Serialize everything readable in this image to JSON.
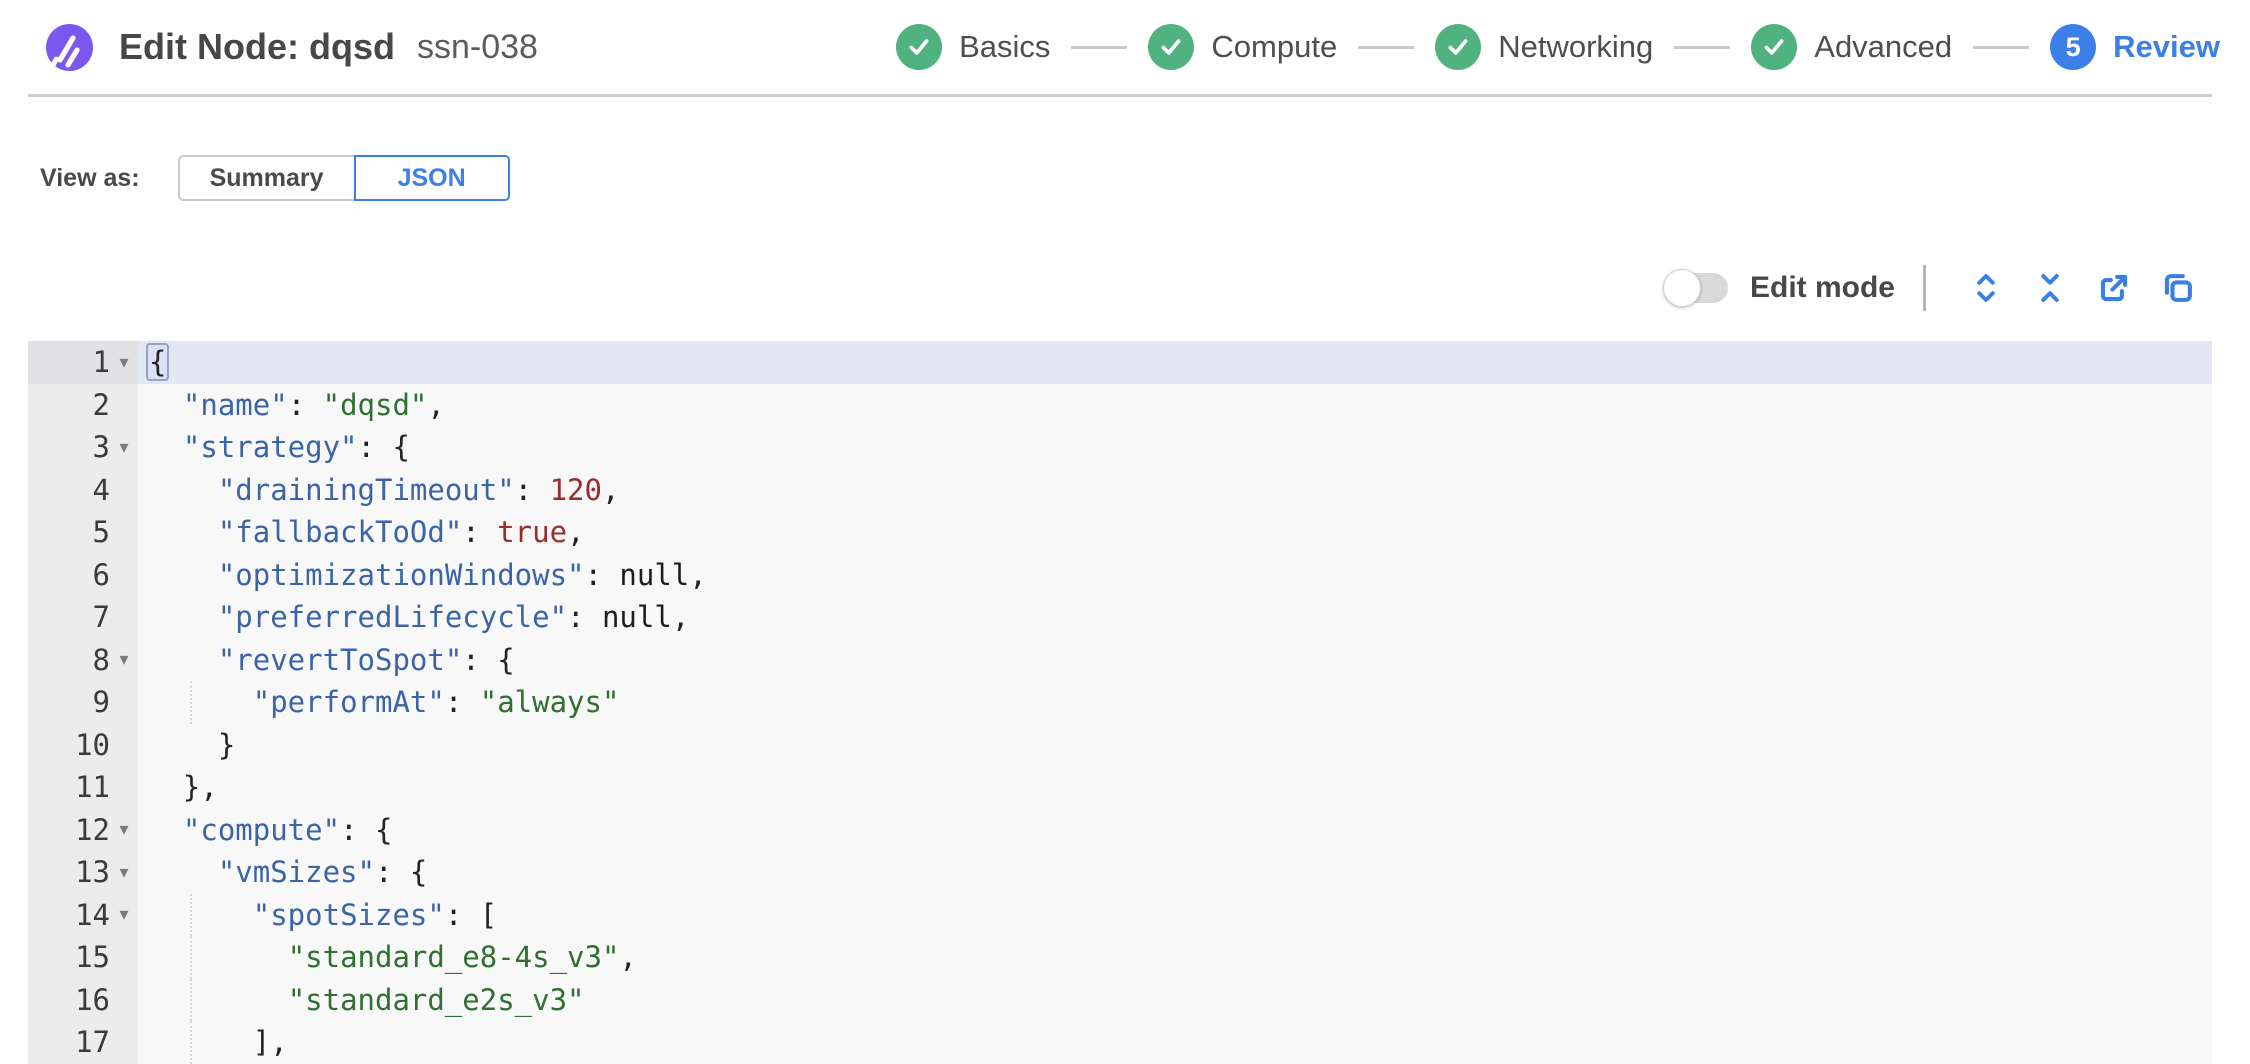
{
  "header": {
    "title": "Edit Node: dqsd",
    "subtitle": "ssn-038",
    "steps": [
      {
        "label": "Basics",
        "state": "done"
      },
      {
        "label": "Compute",
        "state": "done"
      },
      {
        "label": "Networking",
        "state": "done"
      },
      {
        "label": "Advanced",
        "state": "done"
      },
      {
        "label": "Review",
        "state": "current",
        "number": "5"
      }
    ]
  },
  "view_as": {
    "label": "View as:",
    "options": [
      {
        "label": "Summary",
        "selected": false
      },
      {
        "label": "JSON",
        "selected": true
      }
    ]
  },
  "toolbar": {
    "edit_mode_label": "Edit mode",
    "edit_mode_on": false,
    "icons": [
      "expand-all-icon",
      "collapse-all-icon",
      "export-icon",
      "copy-icon"
    ]
  },
  "editor": {
    "active_line": 1,
    "fold_lines": [
      1,
      3,
      8,
      12,
      13,
      14
    ],
    "lines": [
      "{",
      "  \"name\": \"dqsd\",",
      "  \"strategy\": {",
      "    \"drainingTimeout\": 120,",
      "    \"fallbackToOd\": true,",
      "    \"optimizationWindows\": null,",
      "    \"preferredLifecycle\": null,",
      "    \"revertToSpot\": {",
      "      \"performAt\": \"always\"",
      "    }",
      "  },",
      "  \"compute\": {",
      "    \"vmSizes\": {",
      "      \"spotSizes\": [",
      "        \"standard_e8-4s_v3\",",
      "        \"standard_e2s_v3\"",
      "      ],"
    ]
  },
  "colors": {
    "accent_blue": "#3c7fe8",
    "step_done_green": "#50b27f",
    "logo_purple": "#7a57ee",
    "json_key": "#3a64a5",
    "json_string": "#2f7032",
    "json_number": "#9c2b2e",
    "active_line_bg": "#e3e7f3"
  }
}
